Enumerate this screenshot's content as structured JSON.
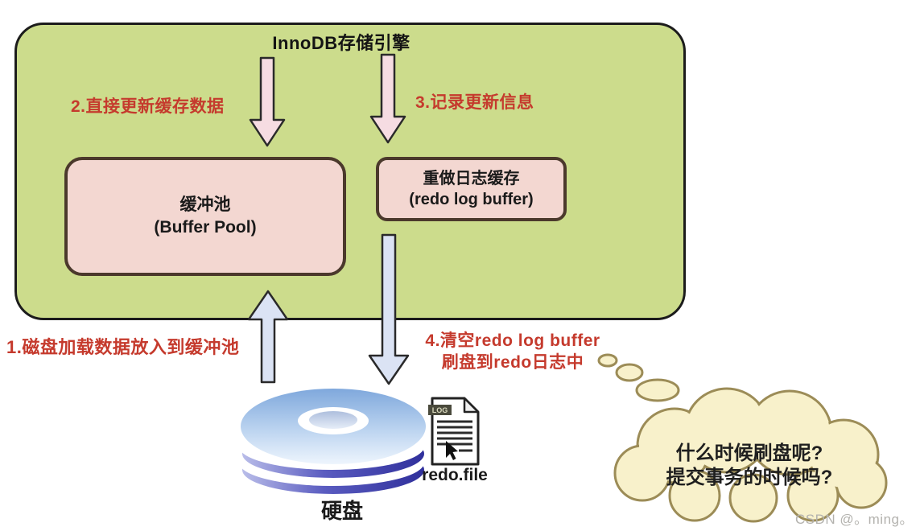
{
  "engine": {
    "title": "InnoDB存储引擎",
    "buffer_pool": {
      "line1": "缓冲池",
      "line2": "(Buffer Pool)"
    },
    "redo_log_buffer": {
      "line1": "重做日志缓存",
      "line2": "(redo log buffer)"
    }
  },
  "steps": {
    "step1": "1.磁盘加载数据放入到缓冲池",
    "step2": "2.直接更新缓存数据",
    "step3": "3.记录更新信息",
    "step4_line1": "4.清空redo log buffer",
    "step4_line2": "刷盘到redo日志中"
  },
  "disk": {
    "label": "硬盘"
  },
  "redo_file": {
    "label": "redo.file",
    "badge": "LOG"
  },
  "thought_bubble": {
    "line1": "什么时候刷盘呢?",
    "line2": "提交事务的时候吗?"
  },
  "watermark": "CSDN @。ming。",
  "colors": {
    "accent_red": "#c53a2d",
    "box_green": "#ccdc8c",
    "box_pink": "#f3d7d1",
    "arrow_pink": "#f6dce2",
    "arrow_blue": "#dbe3f4",
    "bubble_cream": "#f8f1cb",
    "bubble_border": "#9c8c57"
  }
}
